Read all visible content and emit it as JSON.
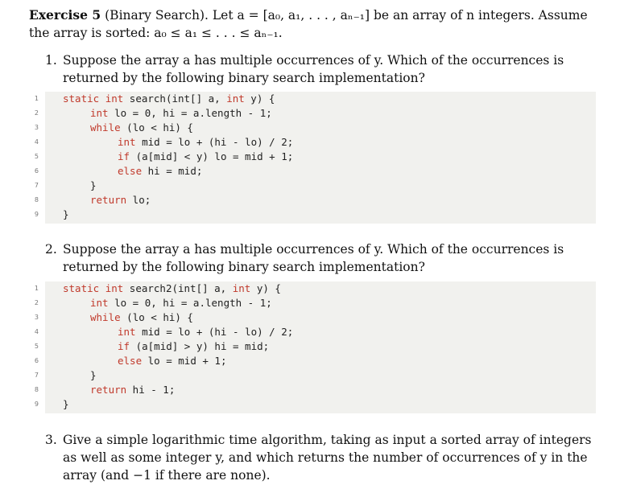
{
  "exercise": {
    "title": "Exercise 5",
    "subtitle": "(Binary Search).",
    "intro_rest": "Let a = [a₀, a₁, . . . , aₙ₋₁] be an array of n integers. Assume the array is sorted: a₀ ≤ a₁ ≤ . . . ≤ aₙ₋₁."
  },
  "questions": [
    {
      "number": "1.",
      "text": "Suppose the array a has multiple occurrences of y. Which of the occurrences is returned by the following binary search implementation?",
      "code": [
        {
          "ln": "1",
          "indent": 0,
          "parts": [
            {
              "t": "static",
              "k": true
            },
            {
              "t": " "
            },
            {
              "t": "int",
              "k": true
            },
            {
              "t": " search(int[] a, "
            },
            {
              "t": "int",
              "k": true
            },
            {
              "t": " y) {"
            }
          ]
        },
        {
          "ln": "2",
          "indent": 1,
          "parts": [
            {
              "t": "int",
              "k": true
            },
            {
              "t": " lo = 0, hi = a.length - 1;"
            }
          ]
        },
        {
          "ln": "3",
          "indent": 1,
          "parts": [
            {
              "t": "while",
              "k": true
            },
            {
              "t": " (lo < hi) {"
            }
          ]
        },
        {
          "ln": "4",
          "indent": 2,
          "parts": [
            {
              "t": "int",
              "k": true
            },
            {
              "t": " mid = lo + (hi - lo) / 2;"
            }
          ]
        },
        {
          "ln": "5",
          "indent": 2,
          "parts": [
            {
              "t": "if",
              "k": true
            },
            {
              "t": " (a[mid] < y) lo = mid + 1;"
            }
          ]
        },
        {
          "ln": "6",
          "indent": 2,
          "parts": [
            {
              "t": "else",
              "k": true
            },
            {
              "t": " hi = mid;"
            }
          ]
        },
        {
          "ln": "7",
          "indent": 1,
          "parts": [
            {
              "t": "}"
            }
          ]
        },
        {
          "ln": "8",
          "indent": 1,
          "parts": [
            {
              "t": "return",
              "k": true
            },
            {
              "t": " lo;"
            }
          ]
        },
        {
          "ln": "9",
          "indent": 0,
          "parts": [
            {
              "t": "}"
            }
          ]
        }
      ]
    },
    {
      "number": "2.",
      "text": "Suppose the array a has multiple occurrences of y. Which of the occurrences is returned by the following binary search implementation?",
      "code": [
        {
          "ln": "1",
          "indent": 0,
          "parts": [
            {
              "t": "static",
              "k": true
            },
            {
              "t": " "
            },
            {
              "t": "int",
              "k": true
            },
            {
              "t": " search2(int[] a, "
            },
            {
              "t": "int",
              "k": true
            },
            {
              "t": " y) {"
            }
          ]
        },
        {
          "ln": "2",
          "indent": 1,
          "parts": [
            {
              "t": "int",
              "k": true
            },
            {
              "t": " lo = 0, hi = a.length - 1;"
            }
          ]
        },
        {
          "ln": "3",
          "indent": 1,
          "parts": [
            {
              "t": "while",
              "k": true
            },
            {
              "t": " (lo < hi) {"
            }
          ]
        },
        {
          "ln": "4",
          "indent": 2,
          "parts": [
            {
              "t": "int",
              "k": true
            },
            {
              "t": " mid = lo + (hi - lo) / 2;"
            }
          ]
        },
        {
          "ln": "5",
          "indent": 2,
          "parts": [
            {
              "t": "if",
              "k": true
            },
            {
              "t": " (a[mid] > y) hi = mid;"
            }
          ]
        },
        {
          "ln": "6",
          "indent": 2,
          "parts": [
            {
              "t": "else",
              "k": true
            },
            {
              "t": " lo = mid + 1;"
            }
          ]
        },
        {
          "ln": "7",
          "indent": 1,
          "parts": [
            {
              "t": "}"
            }
          ]
        },
        {
          "ln": "8",
          "indent": 1,
          "parts": [
            {
              "t": "return",
              "k": true
            },
            {
              "t": " hi - 1;"
            }
          ]
        },
        {
          "ln": "9",
          "indent": 0,
          "parts": [
            {
              "t": "}"
            }
          ]
        }
      ]
    },
    {
      "number": "3.",
      "text": "Give a simple logarithmic time algorithm, taking as input a sorted array of integers as well as some integer y, and which returns the number of occurrences of y in the array (and −1 if there are none)."
    }
  ],
  "colors": {
    "code_background": "#f1f1ee",
    "keyword": "#c0392b"
  }
}
